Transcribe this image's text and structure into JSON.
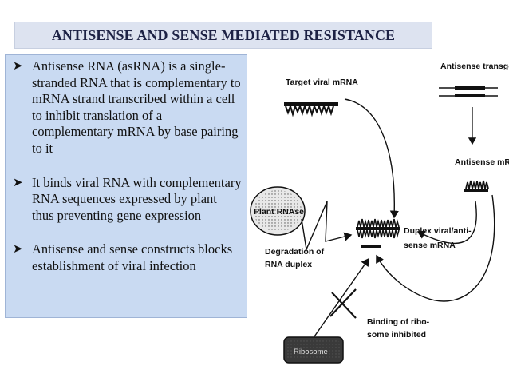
{
  "title": "ANTISENSE AND SENSE MEDIATED RESISTANCE",
  "bullets": [
    "Antisense RNA (asRNA) is a single-stranded RNA that is complementary to mRNA strand transcribed within a cell to inhibit translation of a complementary mRNA by base pairing to it",
    "It binds viral RNA with complementary RNA sequences expressed by plant thus preventing gene expression",
    "Antisense and sense constructs blocks establishment of viral infection"
  ],
  "diagram": {
    "target_viral_mrna": "Target viral mRNA",
    "antisense_transgene": "Antisense transgene",
    "antisense_mrna": "Antisense mRNA",
    "plant_rnase": "Plant RNAse",
    "degradation_line1": "Degradation of",
    "degradation_line2": "RNA duplex",
    "duplex_line1": "Duplex viral/anti-",
    "duplex_line2": "sense mRNA",
    "binding_line1": "Binding of ribo-",
    "binding_line2": "some inhibited",
    "ribosome": "Ribosome"
  }
}
